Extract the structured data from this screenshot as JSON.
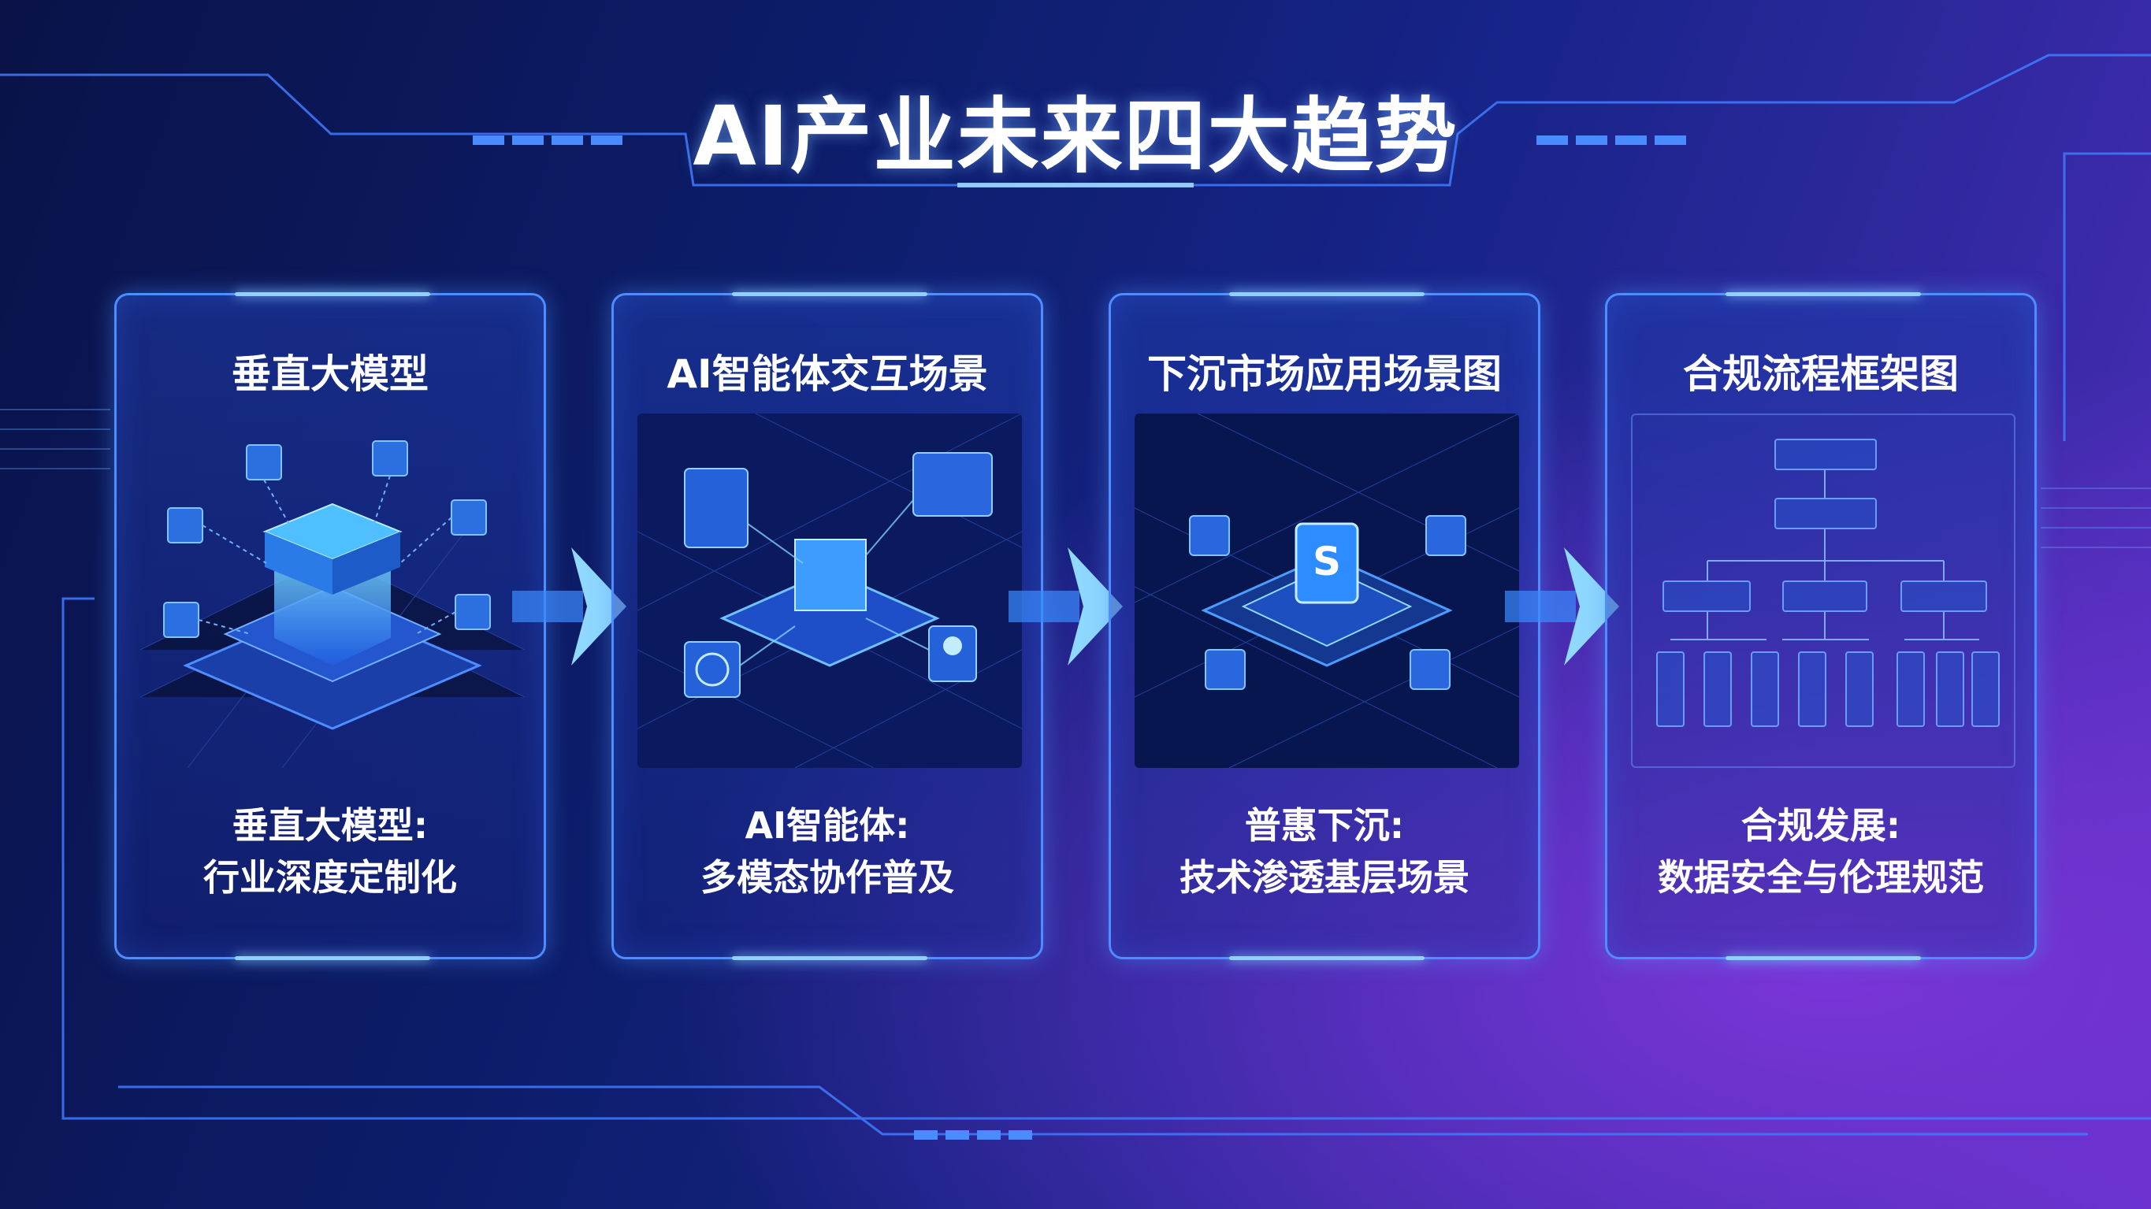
{
  "title": "AI产业未来四大趋势",
  "colors": {
    "accent": "#4d8dff",
    "glow": "#8fd0ff",
    "bg_dark": "#0a1248",
    "bg_purple": "#5a2fc7"
  },
  "cards": [
    {
      "title": "垂直大模型",
      "desc_line1": "垂直大模型:",
      "desc_line2": "行业深度定制化",
      "icon": "server-stack-platform-icon"
    },
    {
      "title": "AI智能体交互场景",
      "desc_line1": "AI智能体:",
      "desc_line2": "多模态协作普及",
      "icon": "agent-interaction-icon"
    },
    {
      "title": "下沉市场应用场景图",
      "desc_line1": "普惠下沉:",
      "desc_line2": "技术渗透基层场景",
      "icon": "market-platform-icon"
    },
    {
      "title": "合规流程框架图",
      "desc_line1": "合规发展:",
      "desc_line2": "数据安全与伦理规范",
      "icon": "compliance-flowchart-icon"
    }
  ]
}
